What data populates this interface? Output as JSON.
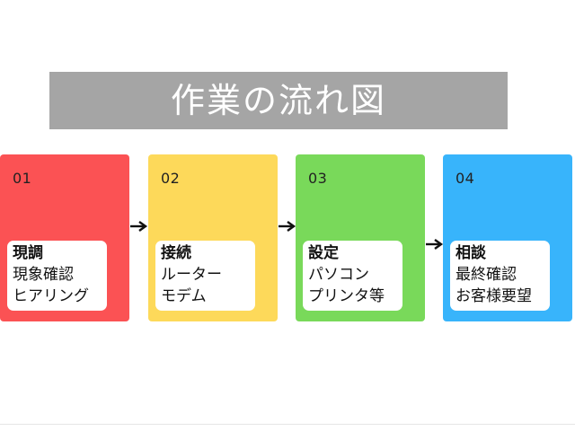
{
  "title": "作業の流れ図",
  "colors": {
    "title_bg": "#a5a5a5",
    "step1": "#fb5254",
    "step2": "#fdd95a",
    "step3": "#79d95a",
    "step4": "#38b4fb",
    "arrow": "#111111"
  },
  "steps": [
    {
      "number": "01",
      "heading": "現調",
      "lines": [
        "現象確認",
        "ヒアリング"
      ]
    },
    {
      "number": "02",
      "heading": "接続",
      "lines": [
        "ルーター",
        "モデム"
      ]
    },
    {
      "number": "03",
      "heading": "設定",
      "lines": [
        "パソコン",
        "プリンタ等"
      ]
    },
    {
      "number": "04",
      "heading": "相談",
      "lines": [
        "最終確認",
        "お客様要望"
      ]
    }
  ],
  "connectors": [
    {
      "icon": "arrow-right-icon"
    },
    {
      "icon": "arrow-right-icon"
    },
    {
      "icon": "arrow-right-icon"
    }
  ]
}
